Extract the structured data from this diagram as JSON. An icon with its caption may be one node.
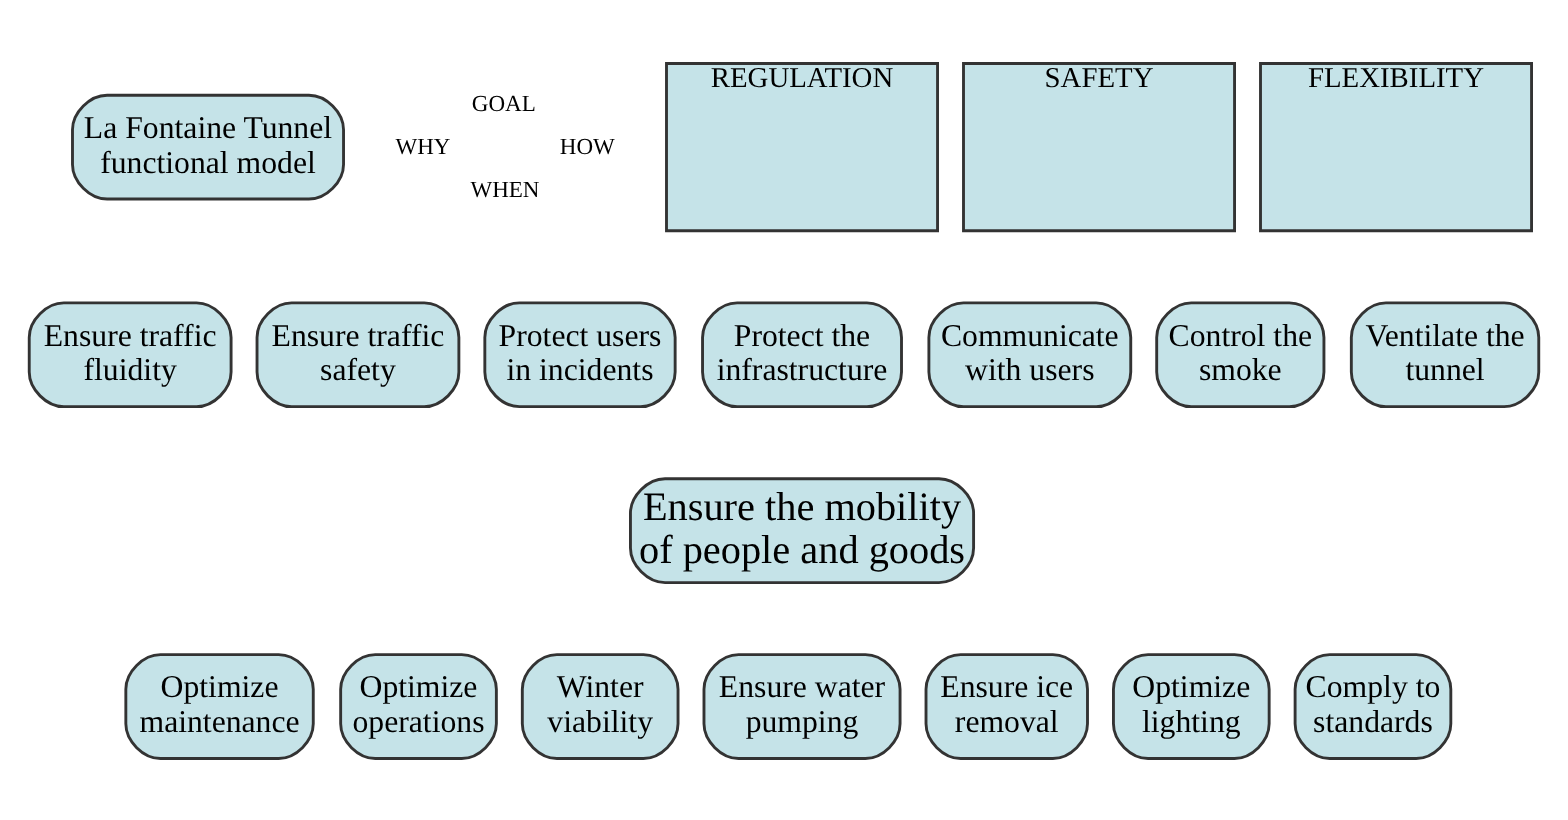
{
  "diagram": {
    "nodes": [
      {
        "text": [
          "La Fontaine Tunnel functional model"
        ]
      },
      {
        "text": [
          "REGULATION"
        ]
      },
      {
        "text": [
          "SAFETY"
        ]
      },
      {
        "text": [
          "FLEXIBILITY"
        ]
      },
      {
        "text": [
          "Ensure traffic fluidity"
        ]
      },
      {
        "text": [
          "Ensure traffic safety"
        ]
      },
      {
        "text": [
          "Protect users in incidents"
        ]
      },
      {
        "text": [
          "Protect the infrastructure"
        ]
      },
      {
        "text": [
          "Communicate with users"
        ]
      },
      {
        "text": [
          "Control the smoke"
        ]
      },
      {
        "text": [
          "Ventilate the tunnel"
        ]
      },
      {
        "text": [
          "Ensure the mobility of people and goods"
        ]
      },
      {
        "text": [
          "Optimize maintenance"
        ]
      },
      {
        "text": [
          "Optimize operations"
        ]
      },
      {
        "text": [
          "Winter viability"
        ]
      },
      {
        "text": [
          "Ensure water pumping"
        ]
      },
      {
        "text": [
          "Ensure ice removal"
        ]
      },
      {
        "text": [
          "Optimize lighting"
        ]
      },
      {
        "text": [
          "Comply to standards"
        ]
      }
    ],
    "labels": [
      "GOAL",
      "WHY",
      "HOW",
      "WHEN"
    ]
  }
}
